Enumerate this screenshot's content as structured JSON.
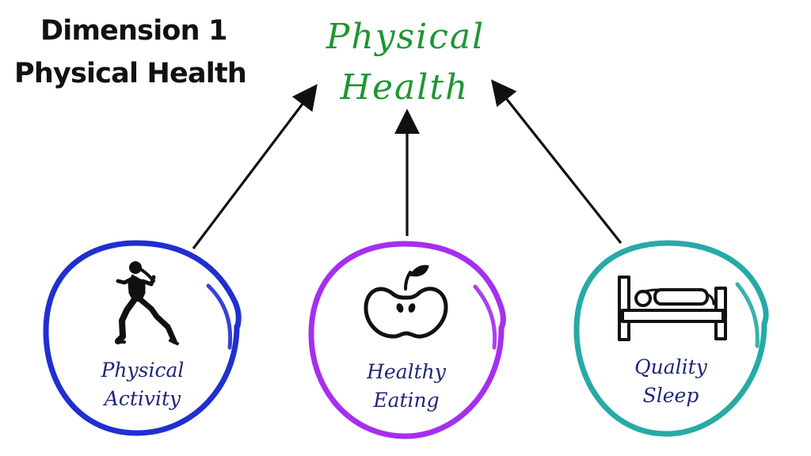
{
  "heading": {
    "line1": "Dimension 1",
    "line2": "Physical Health"
  },
  "center_title": {
    "line1": "Physical",
    "line2": "Health"
  },
  "items": [
    {
      "line1": "Physical",
      "line2": "Activity",
      "icon": "runner-icon",
      "color": "#1f2fd1"
    },
    {
      "line1": "Healthy",
      "line2": "Eating",
      "icon": "apple-icon",
      "color": "#a52ff0"
    },
    {
      "line1": "Quality",
      "line2": "Sleep",
      "icon": "bed-icon",
      "color": "#27aaa6"
    }
  ],
  "colors": {
    "title_green": "#1d9631",
    "label_text": "#1f2778",
    "arrow": "#111111"
  }
}
